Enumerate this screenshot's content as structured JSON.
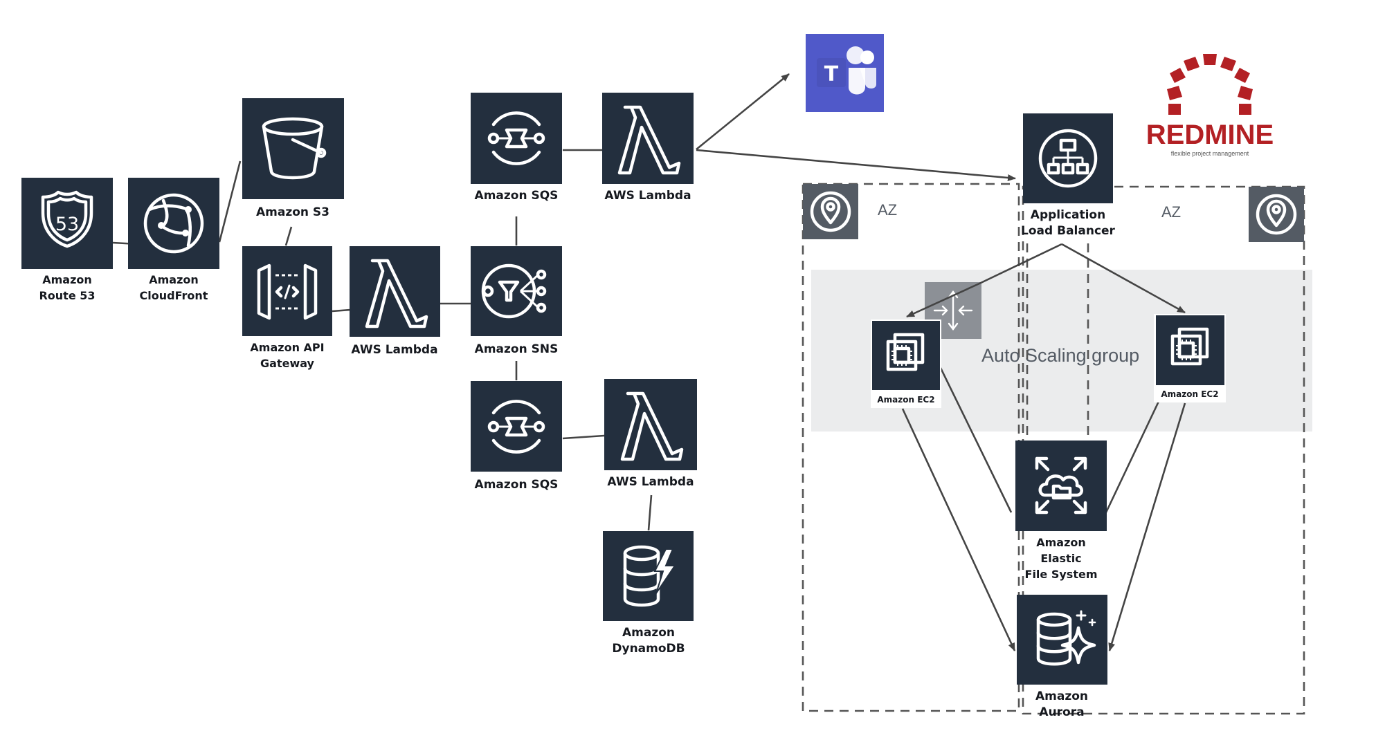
{
  "colors": {
    "icon_bg": "#232f3e",
    "icon_fg": "#ffffff",
    "connector": "#444444",
    "az_badge": "#545b64",
    "asg_band": "#ebeced",
    "asg_badge": "#8c9096",
    "teams_purple": "#5059c9",
    "redmine_red": "#b32024",
    "label_text": "#16191f"
  },
  "nodes": {
    "route53": {
      "line1": "Amazon",
      "line2": "Route 53",
      "icon": "route53-shield-icon"
    },
    "cloudfront": {
      "line1": "Amazon",
      "line2": "CloudFront",
      "icon": "cloudfront-globe-icon"
    },
    "s3": {
      "line1": "Amazon S3",
      "icon": "s3-bucket-icon"
    },
    "apigw": {
      "line1": "Amazon API",
      "line2": "Gateway",
      "icon": "api-gateway-icon"
    },
    "lambda_api": {
      "line1": "AWS Lambda",
      "icon": "lambda-icon"
    },
    "sqs_top": {
      "line1": "Amazon SQS",
      "icon": "sqs-icon"
    },
    "lambda_top": {
      "line1": "AWS Lambda",
      "icon": "lambda-icon"
    },
    "sns": {
      "line1": "Amazon SNS",
      "icon": "sns-icon"
    },
    "sqs_bottom": {
      "line1": "Amazon SQS",
      "icon": "sqs-icon"
    },
    "lambda_bottom": {
      "line1": "AWS Lambda",
      "icon": "lambda-icon"
    },
    "dynamodb": {
      "line1": "Amazon",
      "line2": "DynamoDB",
      "icon": "dynamodb-icon"
    },
    "alb": {
      "line1": "Application",
      "line2": "Load Balancer",
      "icon": "load-balancer-icon"
    },
    "ec2_left": {
      "line1": "Amazon EC2",
      "icon": "ec2-chip-icon"
    },
    "ec2_right": {
      "line1": "Amazon EC2",
      "icon": "ec2-chip-icon"
    },
    "efs": {
      "line1": "Amazon",
      "line2": "Elastic",
      "line3": "File System",
      "icon": "efs-icon"
    },
    "aurora": {
      "line1": "Amazon",
      "line2": "Aurora",
      "icon": "aurora-icon"
    }
  },
  "teams": {
    "letter": "T",
    "icon": "microsoft-teams-logo"
  },
  "redmine": {
    "wordmark": "REDMINE",
    "tagline": "flexible project management"
  },
  "zones": {
    "left": {
      "label": "AZ",
      "icon": "location-pin-icon"
    },
    "right": {
      "label": "AZ",
      "icon": "location-pin-icon"
    }
  },
  "asg": {
    "label": "Auto Scaling group",
    "icon": "auto-scaling-arrows-icon"
  }
}
